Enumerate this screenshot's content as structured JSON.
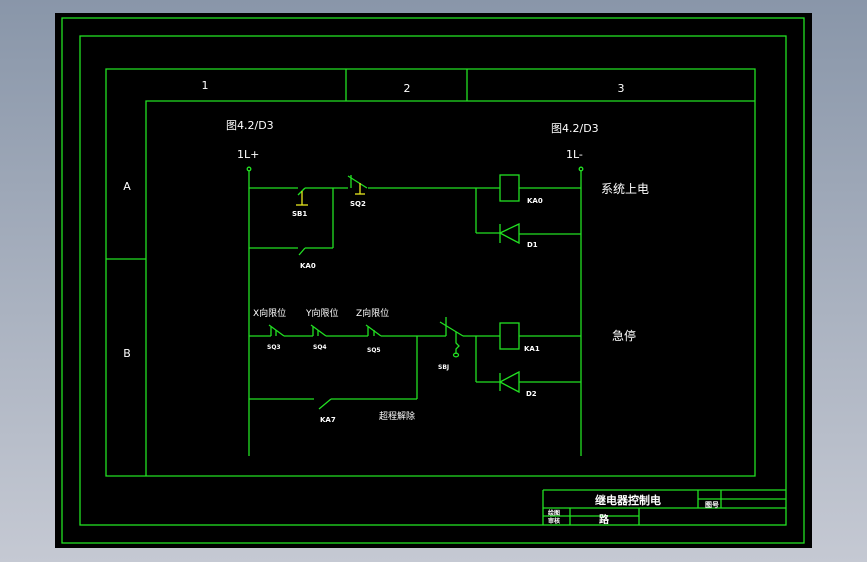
{
  "drawing": {
    "zones": {
      "columns": [
        "1",
        "2",
        "3"
      ],
      "rows": [
        "A",
        "B"
      ]
    },
    "references": {
      "left": "图4.2/D3",
      "right": "图4.2/D3"
    },
    "rails": {
      "positive": "1L+",
      "negative": "1L-"
    },
    "rung1": {
      "contacts": [
        "SB1",
        "SQ2"
      ],
      "holding_contact": "KA0",
      "coil": "KA0",
      "diode": "D1",
      "function": "系统上电"
    },
    "rung2": {
      "limit_labels": [
        "X向限位",
        "Y向限位",
        "Z向限位"
      ],
      "limit_contacts": [
        "SQ3",
        "SQ4",
        "SQ5"
      ],
      "estop_contact": "SBJ",
      "bypass_contact": "KA7",
      "bypass_label": "超程解除",
      "coil": "KA1",
      "diode": "D2",
      "function": "急停"
    },
    "title_block": {
      "title": "继电器控制电",
      "title_line2": "路",
      "drawn_label": "绘图",
      "checked_label": "审核",
      "drawing_no_label": "图号"
    }
  }
}
